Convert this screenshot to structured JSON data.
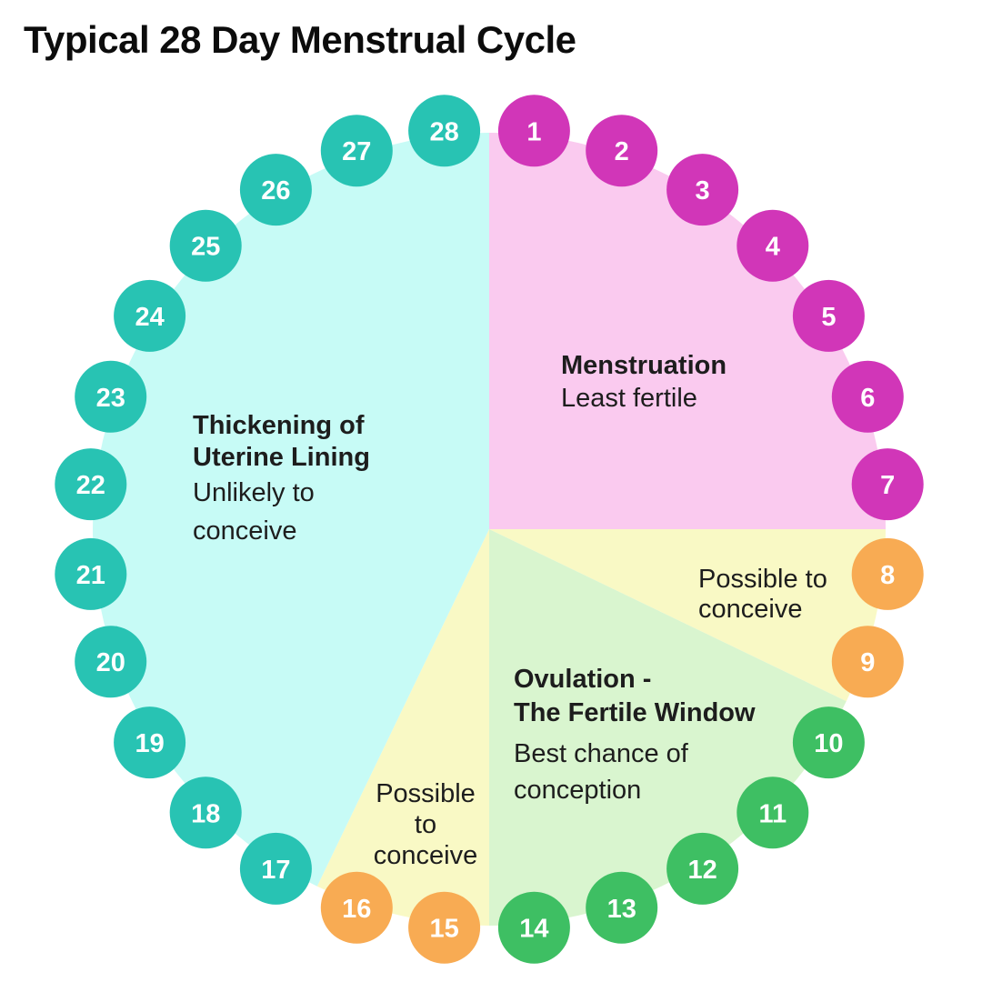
{
  "title": "Typical 28 Day Menstrual Cycle",
  "wheel": {
    "total_days": 28,
    "segments": [
      {
        "id": "menstruation",
        "from_day": 1,
        "to_day": 7,
        "label": "Menstruation",
        "sublabel": "Least fertile",
        "wedge_color": "#facaef",
        "day_color": "#d136b8"
      },
      {
        "id": "possible-early",
        "from_day": 8,
        "to_day": 9,
        "label": "Possible to conceive",
        "sublabel": "",
        "wedge_color": "#f9f9c5",
        "day_color": "#f8ab53"
      },
      {
        "id": "ovulation",
        "from_day": 10,
        "to_day": 14,
        "label": "Ovulation - The Fertile Window",
        "sublabel": "Best chance of conception",
        "wedge_color": "#d9f5cf",
        "day_color": "#3ebf63"
      },
      {
        "id": "possible-late",
        "from_day": 15,
        "to_day": 16,
        "label": "Possible to conceive",
        "sublabel": "",
        "wedge_color": "#f9f9c5",
        "day_color": "#f8ab53"
      },
      {
        "id": "thickening",
        "from_day": 17,
        "to_day": 28,
        "label": "Thickening of Uterine Lining",
        "sublabel": "Unlikely to conceive",
        "wedge_color": "#c7fbf6",
        "day_color": "#28c3b3"
      }
    ]
  },
  "annotations": {
    "menstruation": {
      "title": "Menstruation",
      "subtitle": "Least fertile"
    },
    "thickening": {
      "title_line1": "Thickening of",
      "title_line2": "Uterine Lining",
      "subtitle_line1": "Unlikely to",
      "subtitle_line2": "conceive"
    },
    "possible_right": {
      "line1": "Possible to",
      "line2": "conceive"
    },
    "ovulation": {
      "title_line1": "Ovulation -",
      "title_line2": "The Fertile Window",
      "subtitle_line1": "Best chance of",
      "subtitle_line2": "conception"
    },
    "possible_bottom": {
      "line1": "Possible",
      "line2": "to",
      "line3": "conceive"
    }
  },
  "colors": {
    "background": "#ffffff",
    "title_text": "#0c0c0c",
    "annotation_text": "#1d1d1d",
    "day_number_text": "#ffffff"
  }
}
